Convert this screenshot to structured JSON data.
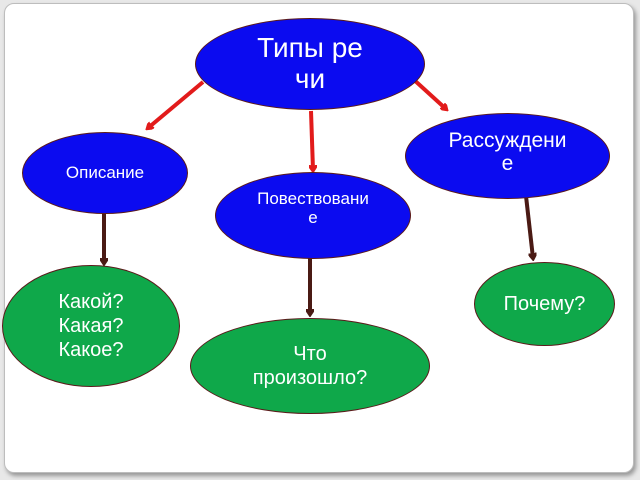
{
  "diagram": {
    "root": {
      "label": "Типы речи"
    },
    "types": [
      {
        "id": "opisanie",
        "label": "Описание"
      },
      {
        "id": "povestvovanie",
        "label": "Повествование"
      },
      {
        "id": "rassuzhdenie",
        "label": "Рассуждение"
      }
    ],
    "questions": [
      {
        "for": "opisanie",
        "label": "Какой? Какая? Какое?"
      },
      {
        "for": "povestvovanie",
        "label": "Что произошло?"
      },
      {
        "for": "rassuzhdenie",
        "label": "Почему?"
      }
    ]
  },
  "colors": {
    "type_fill": "#0b0bf0",
    "question_fill": "#0fa84a",
    "arrow_root": "#e21b1b",
    "arrow_child": "#4a1a14"
  }
}
